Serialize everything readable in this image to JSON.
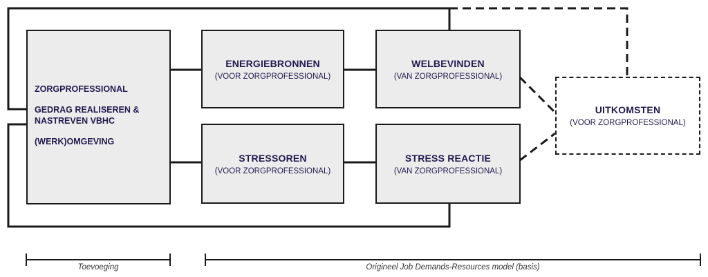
{
  "left_box": {
    "line1": "ZORGPROFESSIONAL",
    "line2": "GEDRAG  REALISEREN & NASTREVEN VBHC",
    "line3": "(WERK)OMGEVING"
  },
  "energiebronnen": {
    "title": "ENERGIEBRONNEN",
    "sub": "(VOOR ZORGPROFESSIONAL)"
  },
  "welbevinden": {
    "title": "WELBEVINDEN",
    "sub": "(VAN ZORGPROFESSIONAL)"
  },
  "stressoren": {
    "title": "STRESSOREN",
    "sub": "(VOOR ZORGPROFESSIONAL)"
  },
  "stress_reactie": {
    "title": "STRESS REACTIE",
    "sub": "(VAN ZORGPROFESSIONAL)"
  },
  "uitkomsten": {
    "title": "UITKOMSTEN",
    "sub": "(VOOR ZORGPROFESSIONAL)"
  },
  "captions": {
    "toevoeging": "Toevoeging",
    "origineel": "Origineel Job Demands-Resources model (basis)"
  }
}
